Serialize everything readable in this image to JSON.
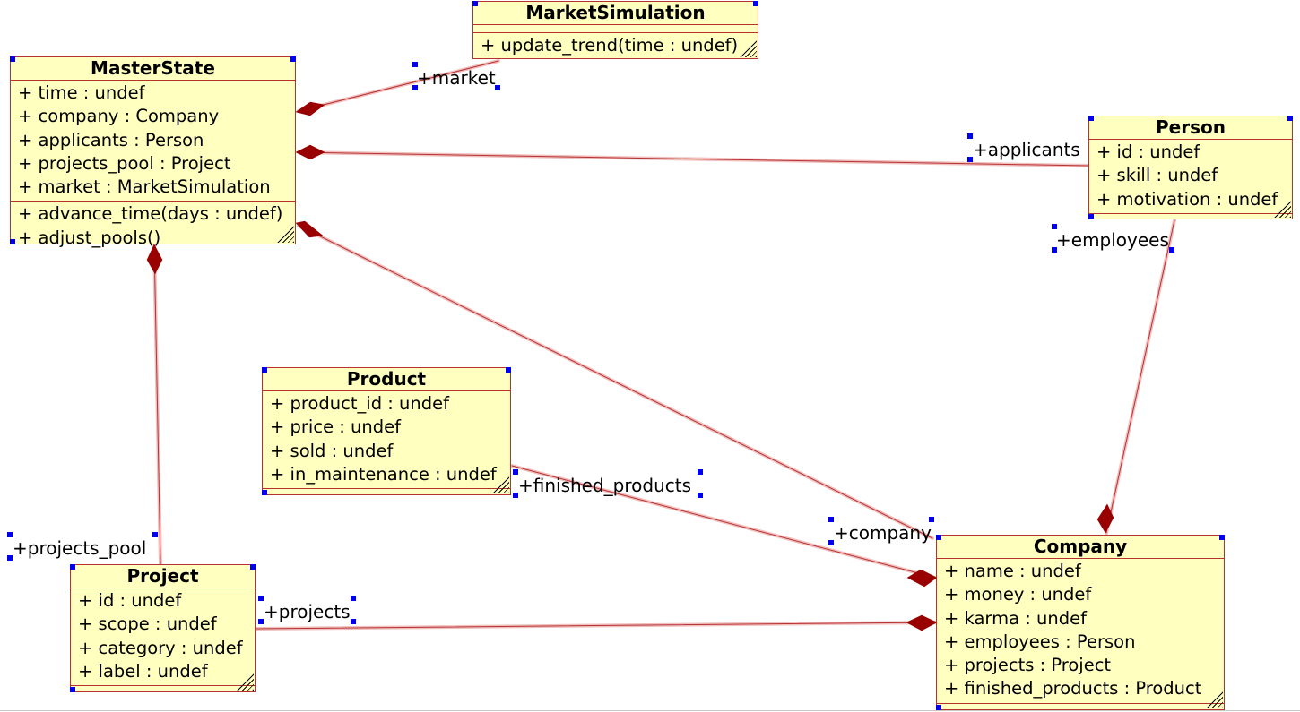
{
  "classes": {
    "market_simulation": {
      "name": "MarketSimulation",
      "attributes": [],
      "operations": [
        "+ update_trend(time : undef)"
      ]
    },
    "master_state": {
      "name": "MasterState",
      "attributes": [
        "+ time : undef",
        "+ company : Company",
        "+ applicants : Person",
        "+ projects_pool : Project",
        "+ market : MarketSimulation"
      ],
      "operations": [
        "+ advance_time(days : undef)",
        "+ adjust_pools()"
      ]
    },
    "person": {
      "name": "Person",
      "attributes": [
        "+ id : undef",
        "+ skill : undef",
        "+ motivation : undef"
      ],
      "operations": []
    },
    "product": {
      "name": "Product",
      "attributes": [
        "+ product_id : undef",
        "+ price : undef",
        "+ sold : undef",
        "+ in_maintenance : undef"
      ],
      "operations": []
    },
    "project": {
      "name": "Project",
      "attributes": [
        "+ id : undef",
        "+ scope : undef",
        "+ category : undef",
        "+ label : undef"
      ],
      "operations": []
    },
    "company": {
      "name": "Company",
      "attributes": [
        "+ name : undef",
        "+ money : undef",
        "+ karma : undef",
        "+ employees : Person",
        "+ projects : Project",
        "+ finished_products : Product"
      ],
      "operations": []
    }
  },
  "roles": {
    "market": "+market",
    "applicants": "+applicants",
    "employees": "+employees",
    "finished_products": "+finished_products",
    "company": "+company",
    "projects_pool": "+projects_pool",
    "projects": "+projects"
  },
  "colors": {
    "class_fill": "#ffffc0",
    "border": "#b8312f",
    "diamond": "#990000",
    "handle": "#0000ee"
  }
}
